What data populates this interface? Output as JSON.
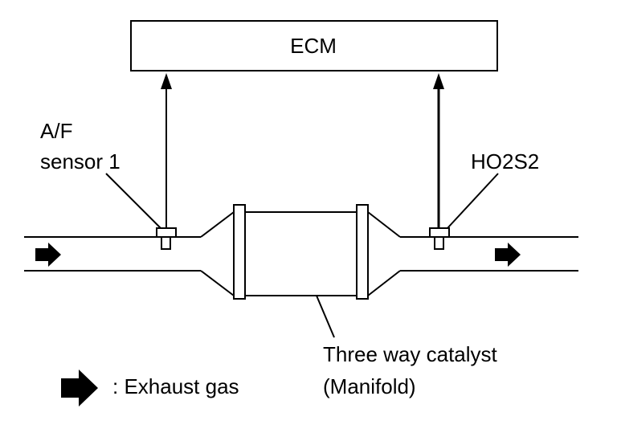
{
  "ecm": {
    "label": "ECM"
  },
  "af_sensor": {
    "label_line1": "A/F",
    "label_line2": "sensor 1"
  },
  "ho2s2": {
    "label": "HO2S2"
  },
  "catalyst": {
    "label_line1": "Three way catalyst",
    "label_line2": "(Manifold)"
  },
  "legend": {
    "text": ": Exhaust gas"
  },
  "colors": {
    "stroke": "#000000",
    "background": "#ffffff"
  },
  "icons": {
    "flow_arrow": "thick-right-arrow-icon",
    "signal_arrow": "up-arrow-icon"
  }
}
